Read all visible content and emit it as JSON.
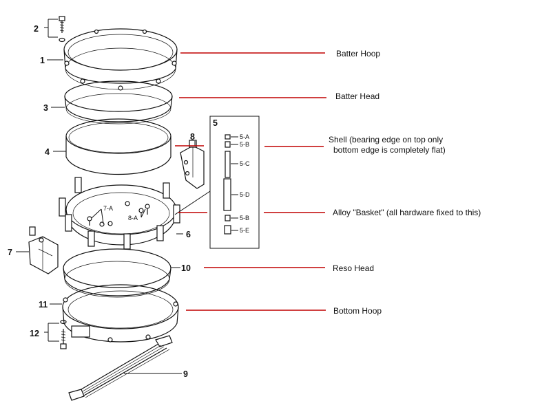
{
  "callouts": {
    "c1": "1",
    "c2": "2",
    "c3": "3",
    "c4": "4",
    "c5": "5",
    "c6": "6",
    "c7": "7",
    "c8": "8",
    "c9": "9",
    "c10": "10",
    "c11": "11",
    "c12": "12",
    "c5a": "5-A",
    "c5b_top": "5-B",
    "c5c": "5-C",
    "c5d": "5-D",
    "c5b_bottom": "5-B",
    "c5e": "5-E",
    "c7a": "7-A",
    "c8a": "8-A"
  },
  "captions": {
    "batter_hoop": "Batter Hoop",
    "batter_head": "Batter Head",
    "shell_line1": "Shell (bearing edge on top only",
    "shell_line2": "bottom edge is completely flat)",
    "basket": "Alloy \"Basket\" (all hardware fixed to this)",
    "reso_head": "Reso Head",
    "bottom_hoop": "Bottom Hoop"
  },
  "colors": {
    "line": "#111111",
    "accent": "#c00000",
    "background": "#ffffff"
  }
}
